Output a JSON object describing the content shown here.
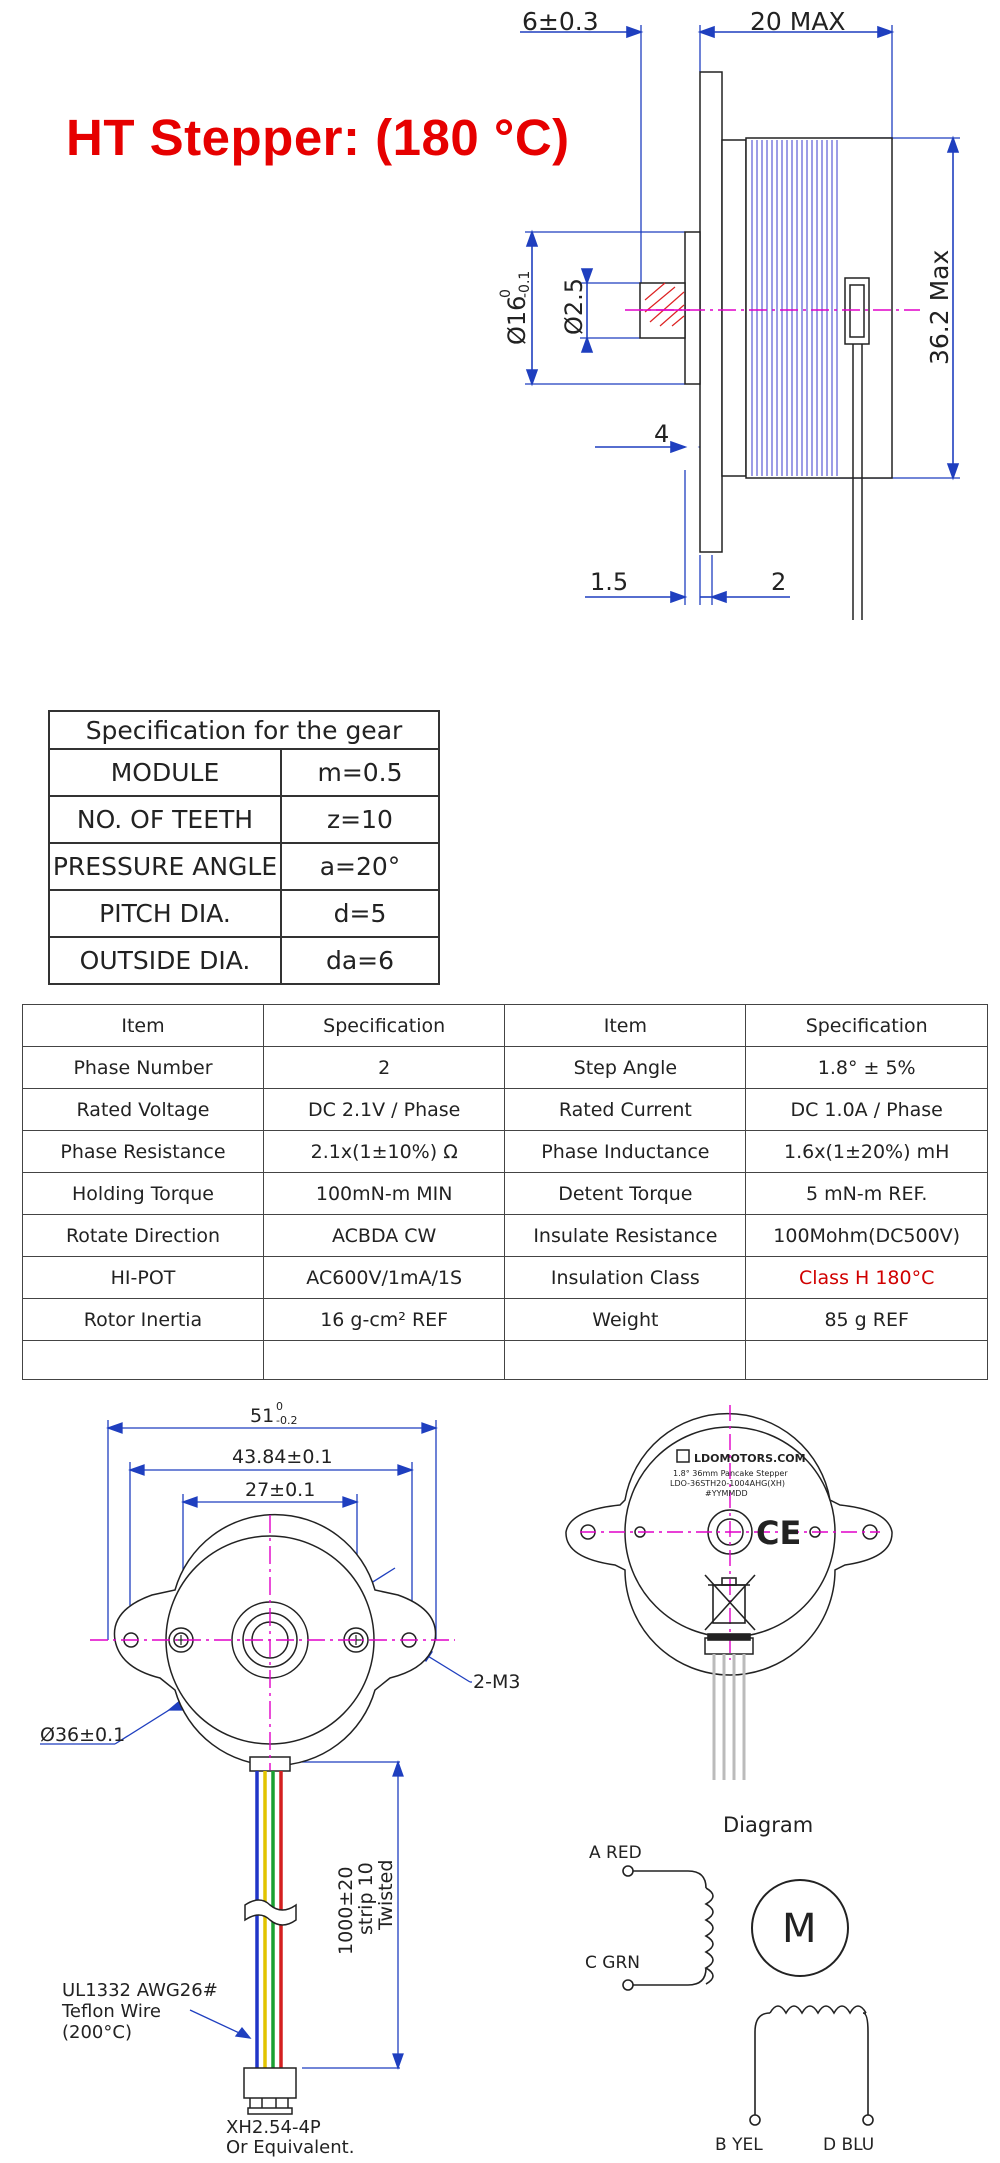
{
  "title": "HT Stepper: (180 °C)",
  "side_view": {
    "dim_flange": "6±0.3",
    "dim_length": "20 MAX",
    "dim_height": "36.2 Max",
    "dim_pinion": "Ø16",
    "dim_pinion_tol_upper": "0",
    "dim_pinion_tol_lower": "-0.1",
    "dim_shaft": "Ø2.5",
    "dim_boss": "4",
    "dim_plate": "1.5",
    "dim_gap": "2"
  },
  "gear_table": {
    "header": "Specification for the gear",
    "rows": [
      {
        "name": "MODULE",
        "value": "m=0.5"
      },
      {
        "name": "NO.  OF TEETH",
        "value": "z=10"
      },
      {
        "name": "PRESSURE ANGLE",
        "value": "a=20°"
      },
      {
        "name": "PITCH DIA.",
        "value": "d=5"
      },
      {
        "name": "OUTSIDE DIA.",
        "value": "da=6"
      }
    ]
  },
  "spec_table": {
    "headers": [
      "Item",
      "Specification",
      "Item",
      "Specification"
    ],
    "rows": [
      [
        "Phase Number",
        "2",
        "Step Angle",
        "1.8° ± 5%"
      ],
      [
        "Rated Voltage",
        "DC 2.1V / Phase",
        "Rated Current",
        "DC 1.0A / Phase"
      ],
      [
        "Phase Resistance",
        "2.1x(1±10%) Ω",
        "Phase Inductance",
        "1.6x(1±20%) mH"
      ],
      [
        "Holding Torque",
        "100mN-m MIN",
        "Detent Torque",
        "5 mN-m REF."
      ],
      [
        "Rotate Direction",
        "ACBDA CW",
        "Insulate Resistance",
        "100Mohm(DC500V)"
      ],
      [
        "HI-POT",
        "AC600V/1mA/1S",
        "Insulation Class",
        "Class H 180°C"
      ],
      [
        "Rotor Inertia",
        "16 g-cm² REF",
        "Weight",
        "85 g REF"
      ]
    ],
    "highlight_color": "#d00000"
  },
  "front_view": {
    "dim_overall": "51",
    "dim_overall_tol_upper": "0",
    "dim_overall_tol_lower": "-0.2",
    "dim_holes": "43.84±0.1",
    "dim_screws": "27±0.1",
    "dim_body": "Ø36±0.1",
    "dim_mount": "2-M3",
    "dim_lead": "1000±20",
    "lead_note1": "strip 10",
    "lead_note2": "Twisted",
    "wire_label1": "UL1332 AWG26#",
    "wire_label2": "Teflon Wire",
    "wire_label3": "(200°C)",
    "connector1": "XH2.54-4P",
    "connector2": "Or Equivalent."
  },
  "back_view": {
    "brand": "LDOMOTORS.COM",
    "line1": "1.8° 36mm Pancake Stepper",
    "line2": "LDO-36STH20-1004AHG(XH)",
    "line3": "#YYMMDD",
    "ce_mark": "CE"
  },
  "diagram": {
    "title": "Diagram",
    "a": "A RED",
    "c": "C GRN",
    "b": "B YEL",
    "d": "D BLU",
    "motor": "M"
  },
  "colors": {
    "title": "#e60000",
    "dim_line": "#1f3fbf",
    "center_line": "#e000c8",
    "coil_lines": "#3a3acc"
  }
}
